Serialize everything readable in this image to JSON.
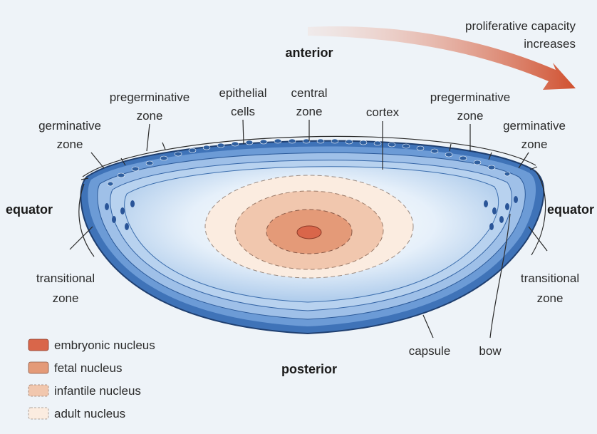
{
  "labels": {
    "proliferative_1": "proliferative capacity",
    "proliferative_2": "increases",
    "anterior": "anterior",
    "posterior": "posterior",
    "equator_left": "equator",
    "equator_right": "equator",
    "pregerminative_left_1": "pregerminative",
    "pregerminative_left_2": "zone",
    "epithelial_1": "epithelial",
    "epithelial_2": "cells",
    "central_1": "central",
    "central_2": "zone",
    "cortex": "cortex",
    "pregerminative_right_1": "pregerminative",
    "pregerminative_right_2": "zone",
    "germinative_left_1": "germinative",
    "germinative_left_2": "zone",
    "germinative_right_1": "germinative",
    "germinative_right_2": "zone",
    "transitional_left_1": "transitional",
    "transitional_left_2": "zone",
    "transitional_right_1": "transitional",
    "transitional_right_2": "zone",
    "capsule": "capsule",
    "bow": "bow"
  },
  "legend": [
    {
      "label": "embryonic nucleus",
      "color": "#d9664a"
    },
    {
      "label": "fetal nucleus",
      "color": "#e49a78"
    },
    {
      "label": "infantile nucleus",
      "color": "#f1c7ae"
    },
    {
      "label": "adult nucleus",
      "color": "#fbece0"
    }
  ],
  "colors": {
    "capsule_blue": "#3f73b8",
    "cortex_light": "#dceaf8",
    "arrow_red": "#d4553a"
  }
}
